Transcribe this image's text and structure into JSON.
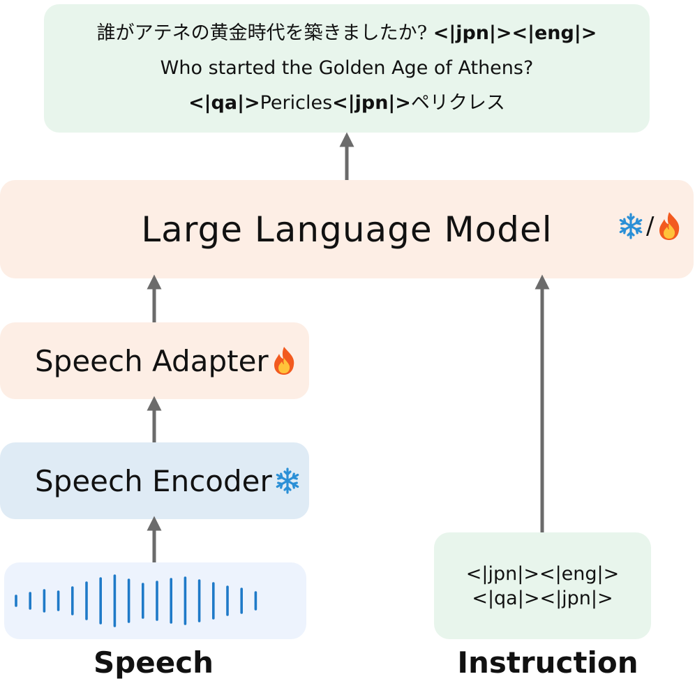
{
  "output": {
    "line1_jp": "誰がアテネの黄金時代を築きましたか?",
    "line1_tags": "<|jpn|><|eng|>",
    "line2": "Who started the Golden Age of Athens?",
    "line3_tag1": "<|qa|>",
    "line3_answer": "Pericles",
    "line3_tag2": "<|jpn|>",
    "line3_jp": "ペリクレス"
  },
  "llm": {
    "title": "Large Language Model",
    "separator": "/"
  },
  "adapter": {
    "label": "Speech Adapter"
  },
  "encoder": {
    "label": "Speech Encoder"
  },
  "instruction": {
    "line1": "<|jpn|><|eng|>",
    "line2": "<|qa|><|jpn|>"
  },
  "captions": {
    "speech": "Speech",
    "instruction": "Instruction"
  },
  "icons": {
    "frozen": "snowflake-icon",
    "trainable": "fire-icon"
  },
  "colors": {
    "output_bg": "#e8f5ec",
    "llm_bg": "#fdeee5",
    "adapter_bg": "#fdeee5",
    "encoder_bg": "#dfebf5",
    "waveform_bg": "#edf3fd",
    "waveform_bar": "#1f7ac8",
    "arrow": "#6b6b6b"
  }
}
